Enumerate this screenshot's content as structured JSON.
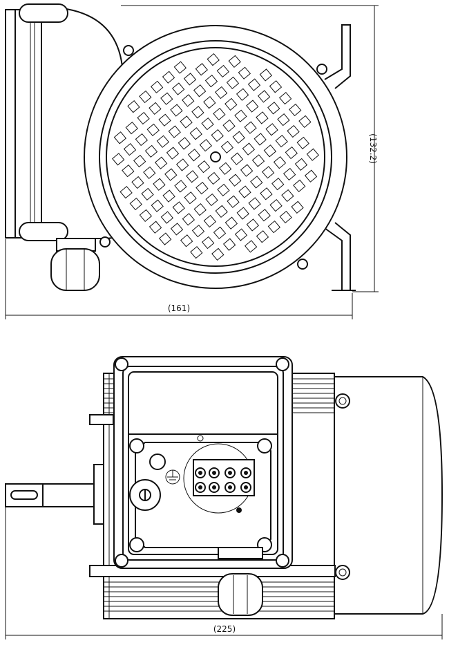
{
  "dimensions": {
    "height_label": "(132.2)",
    "width_label": "(161)",
    "length_label": "(225)"
  }
}
